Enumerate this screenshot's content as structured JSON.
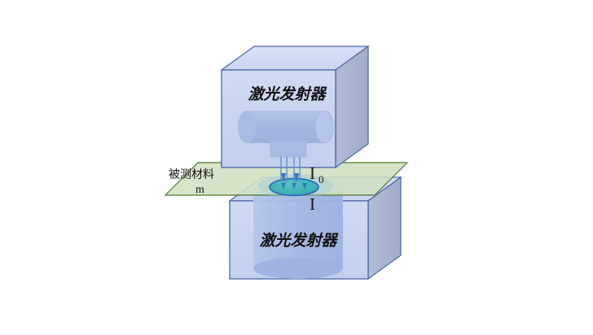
{
  "figure": {
    "title_text": "",
    "background_color": "#ffffff"
  },
  "upper_unit": {
    "label": "激光发射器",
    "face_color": "#c6d3ef",
    "top_color": "#d3ddf4",
    "side_color": "#a9b5d0",
    "edge_color": "#4a66a8",
    "cylinder_color": "#a8bbe4",
    "nozzle_label": ""
  },
  "lower_unit": {
    "label": "激光发射器",
    "face_color": "#c6d3ef",
    "top_color": "#d3ddf4",
    "side_color": "#a9b5d0",
    "edge_color": "#4a66a8",
    "cylinder_color": "#a8bbe4"
  },
  "material_plane": {
    "label_line1": "被测材料",
    "label_line2": "m",
    "fill_color": "#cfe0bf",
    "edge_color": "#4e7a32"
  },
  "beam": {
    "incident_symbol": "I",
    "incident_subscript": "0",
    "transmitted_symbol": "I",
    "ray_color": "#3f6fc4",
    "ray_count": 4,
    "spot_color": "#3bb0b5",
    "spot_edge_color": "#2f66c0"
  }
}
